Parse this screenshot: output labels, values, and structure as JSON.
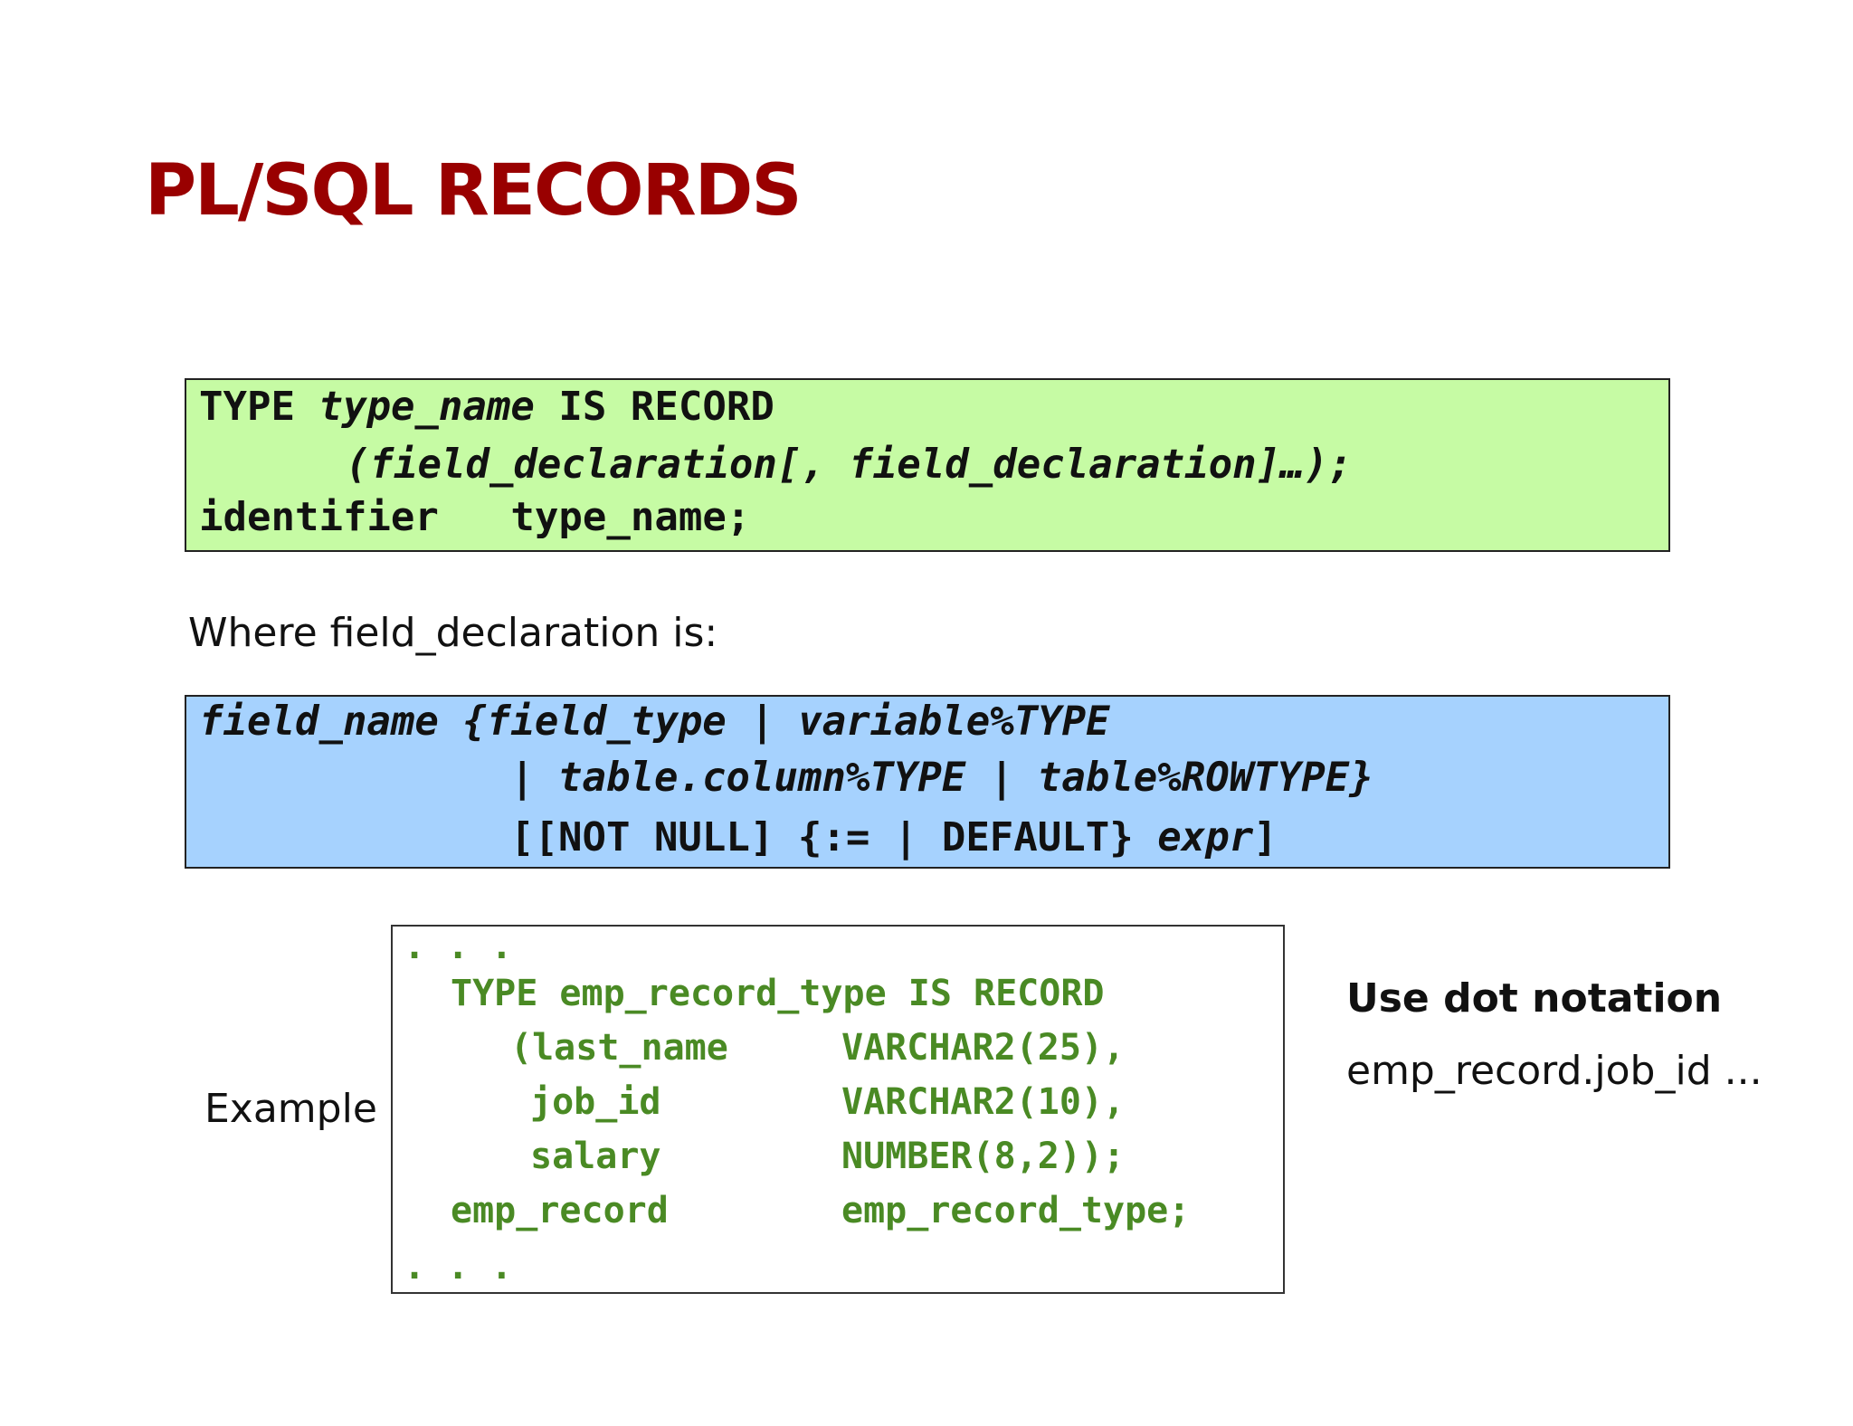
{
  "title": "PL/SQL RECORDS",
  "syntax": {
    "line1": {
      "kw1": "TYPE",
      "name": "type_name",
      "kw2": "IS RECORD"
    },
    "line2": "(field_declaration[, field_declaration]…);",
    "line3": {
      "ident": "identifier",
      "type": "type_name;"
    }
  },
  "where_text": "Where field_declaration is:",
  "field_decl": {
    "line1": {
      "name": "field_name",
      "rest_a": "{field_type | variable%",
      "kw": "TYPE"
    },
    "line2": {
      "bar": "|",
      "a": "table.column%",
      "kw1": "TYPE",
      "sep": " | ",
      "b": "table%",
      "kw2": "ROWTYPE}"
    },
    "line3": {
      "a": "[[NOT NULL] {:= | DEFAULT}",
      "b": "expr",
      "c": "]"
    }
  },
  "example_label": "Example",
  "example_code": {
    "dots_top": ". . .",
    "line1": {
      "kw1": "TYPE",
      "name": "emp_record_type",
      "kw2": "IS RECORD"
    },
    "line2": {
      "name": "(last_name",
      "type": "VARCHAR2(25),"
    },
    "line3": {
      "name": "job_id",
      "type": "VARCHAR2(10),"
    },
    "line4": {
      "name": "salary",
      "type": "NUMBER(8,2));"
    },
    "line5": {
      "name": "emp_record",
      "type": "emp_record_type;"
    },
    "dots_bottom": ". . ."
  },
  "dot_notation": {
    "heading": "Use dot notation",
    "example": "emp_record.job_id ..."
  },
  "colors": {
    "title": "#990000",
    "syntax_bg": "#c6fba4",
    "field_bg": "#a6d2fe",
    "example_code": "#4a8a24"
  }
}
